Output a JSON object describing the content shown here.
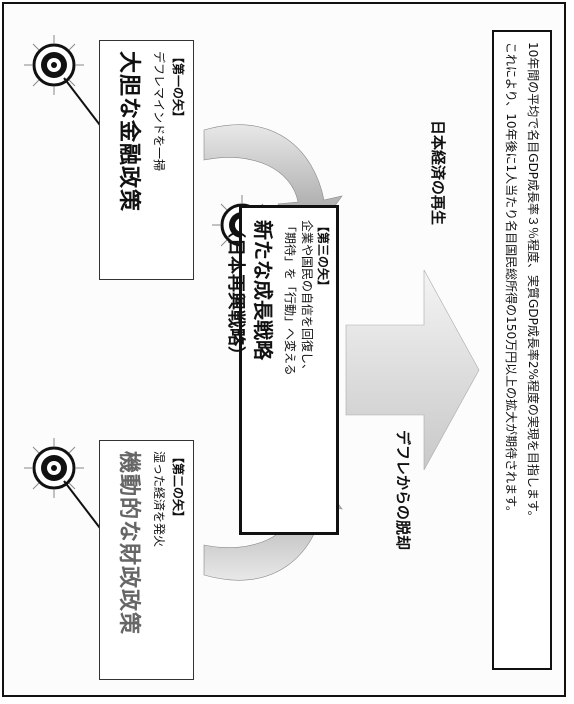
{
  "summary": {
    "line1": "10年間の平均で名目GDP成長率３％程度、実質GDP成長率2%程度の実現を目指します。",
    "line2": "これにより、10年後に1人当たり名目国民総所得の150万円以上の拡大が期待されます。"
  },
  "arrow1": {
    "tag": "【第一の矢】",
    "sub": "デフレマインドを一掃",
    "main": "大胆な金融政策"
  },
  "arrow2": {
    "tag": "【第二の矢】",
    "sub": "湿った経済を発火",
    "main": "機動的な財政政策"
  },
  "arrow3": {
    "tag": "【第三の矢】",
    "sub1": "企業や国民の自信を回復し、",
    "sub2": "「期待」を「行動」へ変える",
    "main": "新たな成長戦略",
    "paren": "（日本再興戦略）"
  },
  "labels": {
    "left": "日本経済の再生",
    "right": "デフレからの脱却"
  },
  "icons": {
    "target": "target-icon",
    "arrow": "arrow-icon",
    "curved_arrow": "curved-arrow-icon"
  }
}
